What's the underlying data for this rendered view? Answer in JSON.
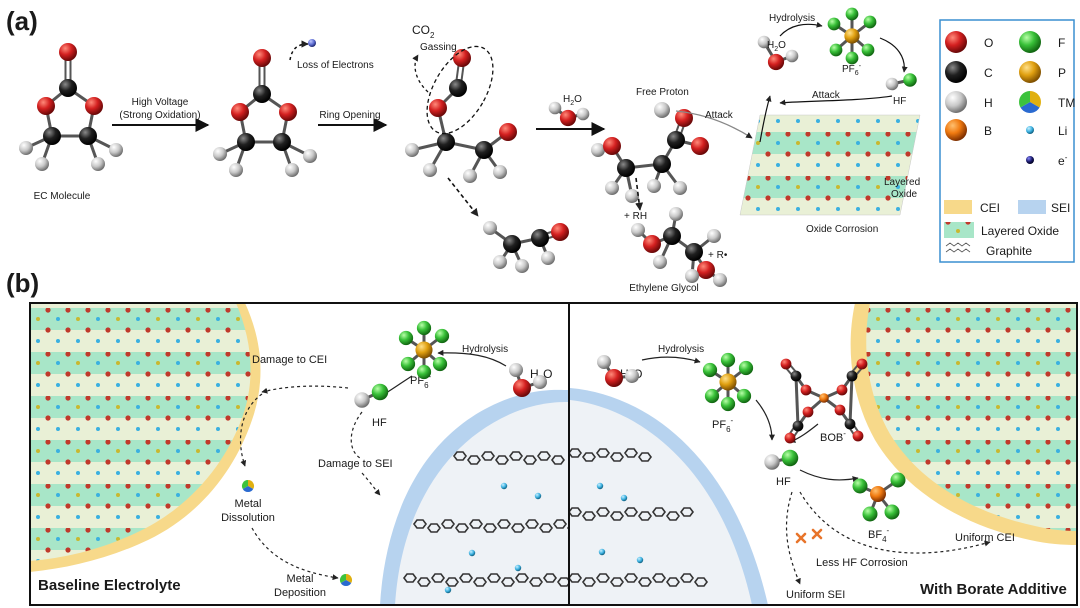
{
  "panel_a": {
    "tag": "(a)",
    "ec_molecule": "EC Molecule",
    "high_voltage": "High Voltage",
    "strong_oxidation": "(Strong Oxidation)",
    "loss_electrons": "Loss of Electrons",
    "ring_opening": "Ring Opening",
    "co2": "CO",
    "co2_sub": "2",
    "gassing": "Gassing",
    "h2o": "H",
    "h2o_sub": "2",
    "h2o_o": "O",
    "free_proton": "Free Proton",
    "attack1": "Attack",
    "attack2": "Attack",
    "hydrolysis": "Hydrolysis",
    "pf6": "PF",
    "pf6_sub": "6",
    "pf6_sup": "-",
    "hf": "HF",
    "layered_oxide_1": "Layered",
    "layered_oxide_2": "Oxide",
    "oxide_corrosion": "Oxide Corrosion",
    "plus_rh": "+ RH",
    "plus_r": "+ R•",
    "ethylene_glycol": "Ethylene Glycol"
  },
  "legend": {
    "items": [
      {
        "symbol": "O",
        "color": "#d42020"
      },
      {
        "symbol": "F",
        "color": "#3cc23c"
      },
      {
        "symbol": "C",
        "color": "#1a1a1a"
      },
      {
        "symbol": "P",
        "color": "#e0a010"
      },
      {
        "symbol": "H",
        "color": "#bdbdbd"
      },
      {
        "symbol": "TM",
        "color": "#3a7ad8"
      },
      {
        "symbol": "B",
        "color": "#f07a10"
      },
      {
        "symbol": "Li",
        "color": "#3ab0e0"
      },
      {
        "symbol": "e",
        "color": "#1a1a6a"
      }
    ],
    "e_sup": "-",
    "cei": "CEI",
    "sei": "SEI",
    "layered_oxide": "Layered Oxide",
    "graphite": "Graphite",
    "cei_color": "#f7d98a",
    "sei_color": "#b7d3ef",
    "border_color": "#3a8fd0"
  },
  "panel_b": {
    "tag": "(b)",
    "damage_cei": "Damage to CEI",
    "hydrolysis_l": "Hydrolysis",
    "h2o_l": "H",
    "h2o_l_sub": "2",
    "h2o_l_o": "O",
    "pf6_l": "PF",
    "pf6_l_sub": "6",
    "pf6_l_sup": "-",
    "hf_l": "HF",
    "damage_sei": "Damage to SEI",
    "metal_1": "Metal",
    "dissolution": "Dissolution",
    "metal_2": "Metal",
    "deposition": "Deposition",
    "baseline": "Baseline Electrolyte",
    "hydrolysis_r": "Hydrolysis",
    "h2o_r": "H",
    "h2o_r_sub": "2",
    "h2o_r_o": "O",
    "pf6_r": "PF",
    "pf6_r_sub": "6",
    "pf6_r_sup": "-",
    "bob": "BOB",
    "bob_sup": "-",
    "hf_r": "HF",
    "bf4": "BF",
    "bf4_sub": "4",
    "bf4_sup": "-",
    "uniform_cei": "Uniform CEI",
    "less_hf": "Less HF Corrosion",
    "uniform_sei": "Uniform SEI",
    "borate": "With Borate Additive"
  }
}
